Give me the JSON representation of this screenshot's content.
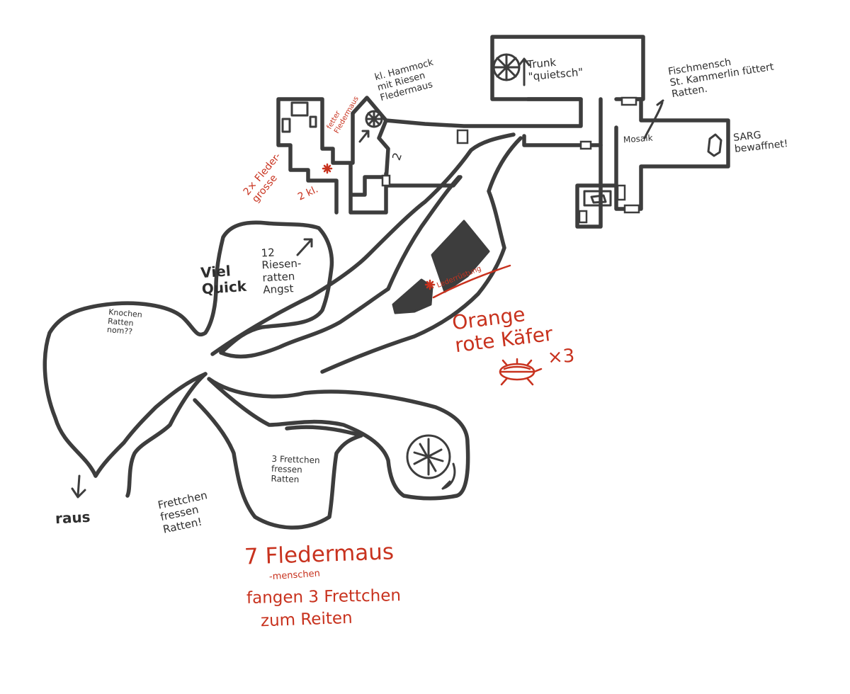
{
  "colors": {
    "ink": "#3d3d3d",
    "ink_dark": "#2e2e2e",
    "red": "#c8321e",
    "background": "#ffffff"
  },
  "labels": {
    "raus": "raus",
    "knochen": "Knochen\nRatten\nnom??",
    "viel_quick": "Viel\nQuick",
    "riesenratten": "12\nRiesen-\nratten\nAngst",
    "frettchen_room": "3 Frettchen\nfressen\nRatten",
    "frettchen_note": "Frettchen\nfressen\nRatten!",
    "fledermaus_1": "7 Fledermaus",
    "fledermaus_2": "-menschen",
    "fledermaus_3": "fangen 3 Frettchen",
    "fledermaus_4": "zum Reiten",
    "kaefer": "Orange\nrote Käfer",
    "kaefer_count": "×3",
    "lederruestung": "Lederrüstung",
    "hammock": "kl. Hammock\nmit Riesen\nFledermaus",
    "fette_fledermaus": "fetter\nFledermaus",
    "fledermaus_left": "2× Fleder-\ngrosse",
    "two_kl": "2 kl.",
    "two_dots": "2",
    "trunk": "Trunk\n\"quietsch\"",
    "fischmensch": "Fischmensch\nSt. Kammerlin füttert\nRatten.",
    "mosaik": "Mosaik",
    "sarg": "SARG\nbewaffnet!"
  },
  "icons": {
    "well": "wheel-icon",
    "wheel_top": "wheel-icon",
    "wheel_small": "wheel-icon",
    "coffin": "coffin-icon",
    "beetle": "beetle-icon",
    "arrow": "arrow-icon",
    "asterisk": "asterisk-icon"
  }
}
